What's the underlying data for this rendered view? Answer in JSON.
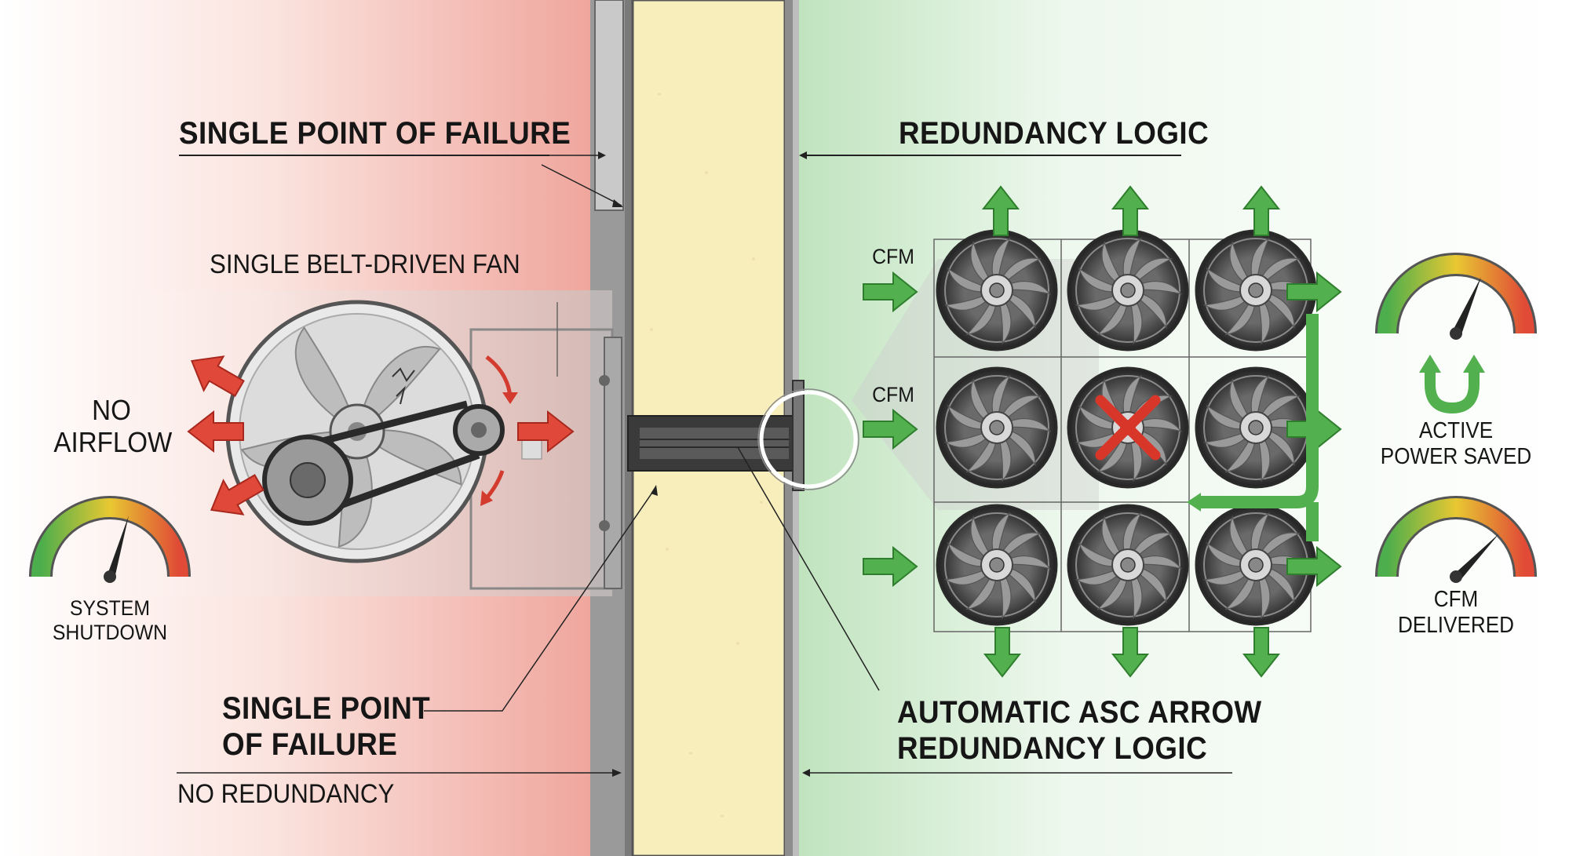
{
  "left_panel": {
    "heading": "SINGLE POINT OF FAILURE",
    "fan_label": "SINGLE BELT-DRIVEN FAN",
    "airflow_label": [
      "NO",
      "AIRFLOW"
    ],
    "gauge_label": [
      "SYSTEM",
      "SHUTDOWN"
    ],
    "gauge_level": 0.65,
    "bottom_heading": [
      "SINGLE POINT",
      "OF FAILURE"
    ],
    "bottom_sub": "NO REDUNDANCY"
  },
  "right_panel": {
    "heading": "REDUNDANCY LOGIC",
    "inflow_labels": [
      "CFM",
      "CFM"
    ],
    "fan_grid": {
      "rows": 3,
      "cols": 3,
      "failed_index": 4
    },
    "gauge_power": {
      "label": [
        "ACTIVE",
        "POWER SAVED"
      ],
      "level": 0.75
    },
    "gauge_cfm": {
      "label": [
        "CFM",
        "DELIVERED"
      ],
      "level": 0.82
    },
    "bottom_heading": [
      "AUTOMATIC ASC ARROW",
      "REDUNDANCY LOGIC"
    ]
  },
  "colors": {
    "failure_red": "#e0483a",
    "success_green": "#4cae4c",
    "wall_yellow": "#f8eebc",
    "fan_dark": "#4a4a4a"
  },
  "icons": [
    "fan-icon",
    "belt-drive-icon",
    "gauge-icon",
    "fan-failed-icon",
    "arrow-icon",
    "u-turn-arrow-icon"
  ]
}
